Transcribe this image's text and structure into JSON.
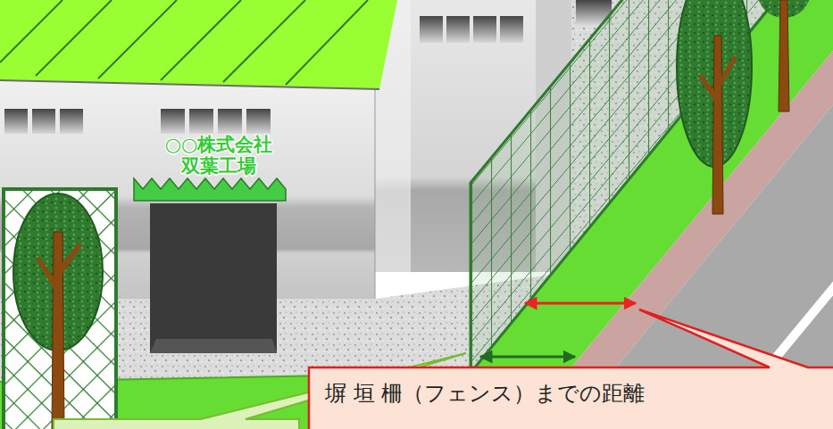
{
  "diagram": {
    "nodes": [
      {
        "text": [
          "塀 垣 柵（フェンス）までの距離"
        ]
      }
    ],
    "labels": [
      "○○株式会社",
      "双葉工場"
    ]
  }
}
